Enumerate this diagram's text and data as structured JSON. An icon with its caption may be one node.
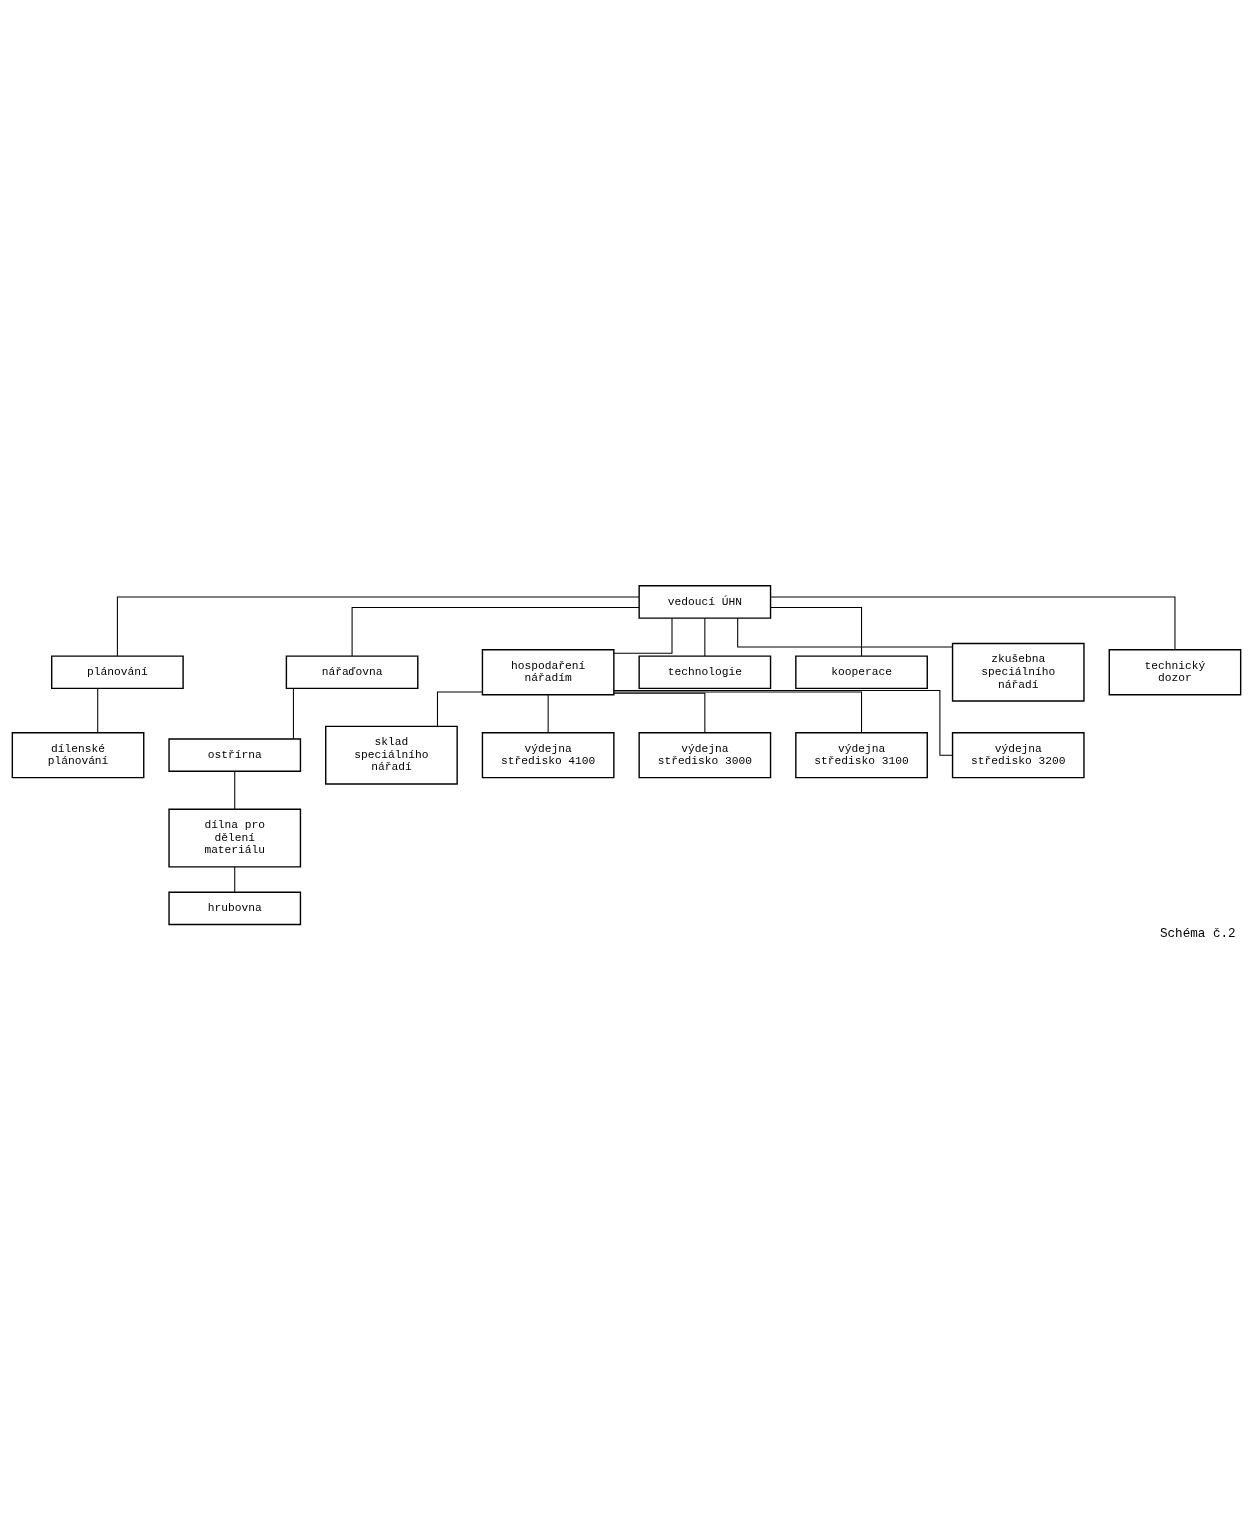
{
  "diagram": {
    "caption": "Schéma č.2",
    "nodes": [
      {
        "text": [
          "vedoucí ÚHN"
        ]
      },
      {
        "text": [
          "plánování"
        ]
      },
      {
        "text": [
          "dílenské plánování"
        ]
      },
      {
        "text": [
          "nářaďovna"
        ]
      },
      {
        "text": [
          "ostřírna"
        ]
      },
      {
        "text": [
          "dílna pro dělení materiálu"
        ]
      },
      {
        "text": [
          "hrubovna"
        ]
      },
      {
        "text": [
          "hospodaření nářadím"
        ]
      },
      {
        "text": [
          "sklad speciálního nářadí"
        ]
      },
      {
        "text": [
          "výdejna středisko 4100"
        ]
      },
      {
        "text": [
          "výdejna středisko 3000"
        ]
      },
      {
        "text": [
          "výdejna středisko 3100"
        ]
      },
      {
        "text": [
          "výdejna středisko 3200"
        ]
      },
      {
        "text": [
          "technologie"
        ]
      },
      {
        "text": [
          "kooperace"
        ]
      },
      {
        "text": [
          "zkušebna speciálního nářadí"
        ]
      },
      {
        "text": [
          "technický dozor"
        ]
      }
    ],
    "edges": [
      {
        "from": 0,
        "to": 1,
        "arrow": "none"
      },
      {
        "from": 0,
        "to": 3,
        "arrow": "none"
      },
      {
        "from": 0,
        "to": 7,
        "arrow": "none"
      },
      {
        "from": 0,
        "to": 13,
        "arrow": "none"
      },
      {
        "from": 0,
        "to": 14,
        "arrow": "none"
      },
      {
        "from": 0,
        "to": 15,
        "arrow": "none"
      },
      {
        "from": 0,
        "to": 16,
        "arrow": "none"
      },
      {
        "from": 1,
        "to": 2,
        "arrow": "none"
      },
      {
        "from": 3,
        "to": 4,
        "arrow": "none"
      },
      {
        "from": 4,
        "to": 5,
        "arrow": "none"
      },
      {
        "from": 5,
        "to": 6,
        "arrow": "none"
      },
      {
        "from": 7,
        "to": 8,
        "arrow": "none"
      },
      {
        "from": 7,
        "to": 9,
        "arrow": "none"
      },
      {
        "from": 7,
        "to": 10,
        "arrow": "none"
      },
      {
        "from": 7,
        "to": 11,
        "arrow": "none"
      },
      {
        "from": 7,
        "to": 12,
        "arrow": "none"
      }
    ]
  }
}
